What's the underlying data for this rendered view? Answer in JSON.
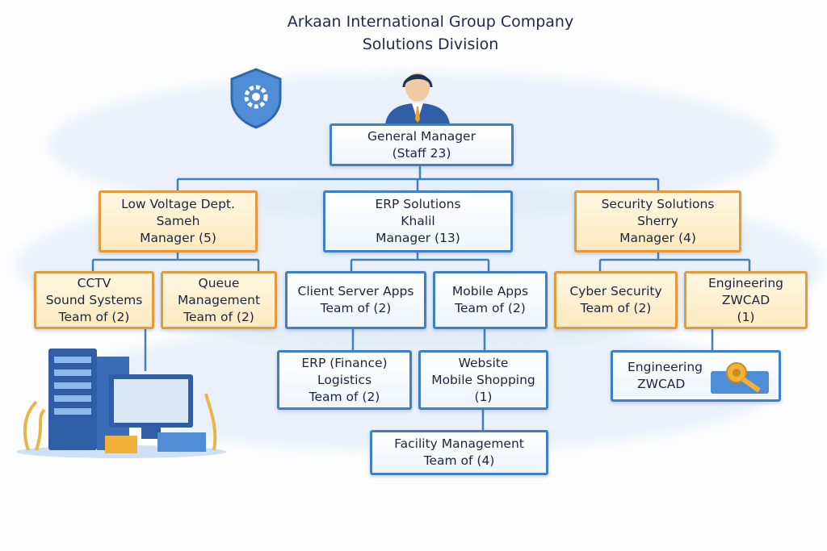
{
  "title": {
    "line1": "Arkaan International Group Company",
    "line2": "Solutions Division"
  },
  "general_manager": {
    "title": "General Manager",
    "staff": "(Staff 23)"
  },
  "departments": [
    {
      "name": "Low Voltage Dept.",
      "head": "Sameh",
      "role": "Manager (5)"
    },
    {
      "name": "ERP Solutions",
      "head": "Khalil",
      "role": "Manager (13)"
    },
    {
      "name": "Security Solutions",
      "head": "Sherry",
      "role": "Manager (4)"
    }
  ],
  "teams": {
    "cctv": {
      "l1": "CCTV",
      "l2": "Sound Systems",
      "l3": "Team of (2)"
    },
    "queue": {
      "l1": "Queue",
      "l2": "Management",
      "l3": "Team of (2)"
    },
    "client_server": {
      "l1": "Client Server Apps",
      "l2": "Team of (2)"
    },
    "mobile_apps": {
      "l1": "Mobile Apps",
      "l2": "Team of (2)"
    },
    "cyber": {
      "l1": "Cyber Security",
      "l2": "Team of (2)"
    },
    "engineering1": {
      "l1": "Engineering",
      "l2": "ZWCAD",
      "l3": "(1)"
    },
    "erp_finance": {
      "l1": "ERP (Finance)",
      "l2": "Logistics",
      "l3": "Team of (2)"
    },
    "website": {
      "l1": "Website",
      "l2": "Mobile Shopping",
      "l3": "(1)"
    },
    "engineering2": {
      "l1": "Engineering",
      "l2": "ZWCAD"
    },
    "facility": {
      "l1": "Facility Management",
      "l2": "Team of (4)"
    }
  },
  "colors": {
    "blue": "#3f7fc4",
    "orange": "#e59a3c"
  }
}
